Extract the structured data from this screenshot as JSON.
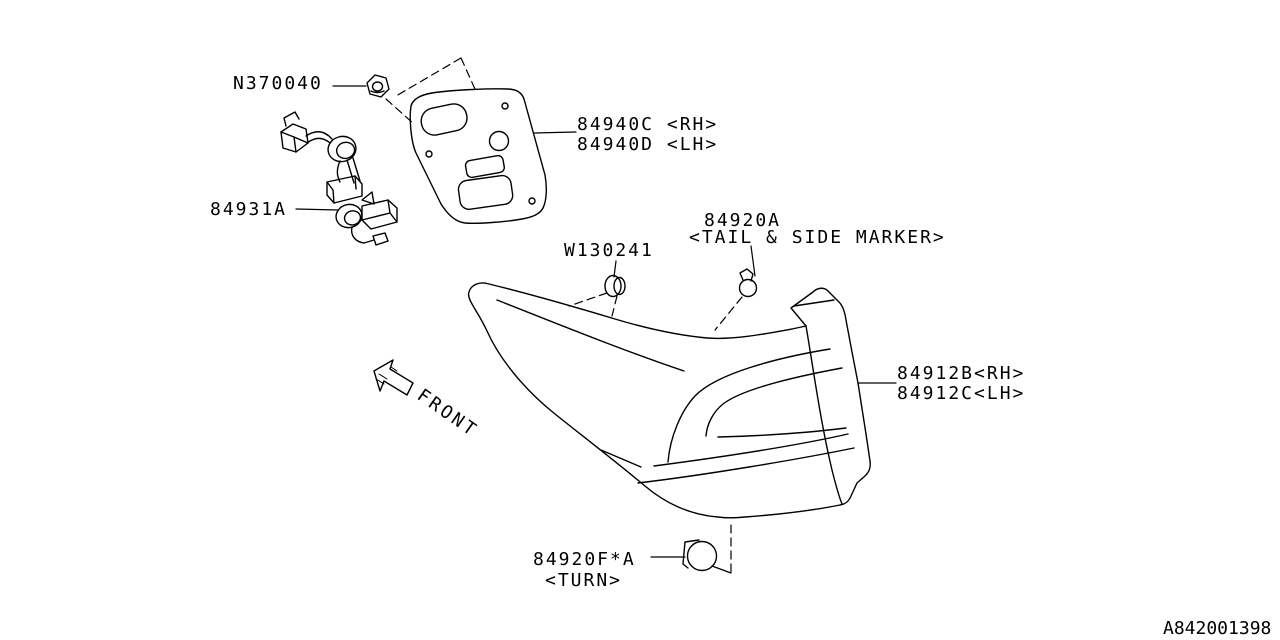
{
  "diagram_id": "A842001398",
  "front_indicator": "FRONT",
  "parts": {
    "nut": {
      "part_no": "N370040"
    },
    "packing": {
      "rh": "84940C <RH>",
      "lh": "84940D <LH>"
    },
    "socket_harness": {
      "part_no": "84931A"
    },
    "clip": {
      "part_no": "W130241"
    },
    "tail_side_marker_bulb": {
      "part_no": "84920A",
      "desc": "<TAIL & SIDE MARKER>"
    },
    "lamp_assembly": {
      "rh": "84912B<RH>",
      "lh": "84912C<LH>"
    },
    "turn_bulb": {
      "part_no": "84920F*A",
      "desc": "<TURN>"
    }
  }
}
